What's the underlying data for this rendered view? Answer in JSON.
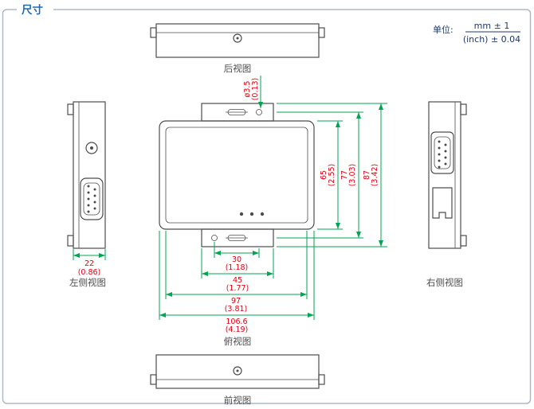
{
  "title": "尺寸",
  "unit_note": {
    "label": "单位:",
    "metric": "mm ± 1",
    "imperial": "(inch) ± 0.04"
  },
  "views": {
    "rear": "后视图",
    "front": "前视图",
    "left": "左侧视图",
    "right": "右侧视图",
    "top": "俯视图"
  },
  "dimensions": {
    "hole": {
      "mm": "ø3.5",
      "inch": "(0.13)"
    },
    "height": [
      {
        "mm": "65",
        "inch": "(2.55)"
      },
      {
        "mm": "77",
        "inch": "(3.03)"
      },
      {
        "mm": "87",
        "inch": "(3.42)"
      }
    ],
    "width": [
      {
        "mm": "30",
        "inch": "(1.18)"
      },
      {
        "mm": "45",
        "inch": "(1.77)"
      },
      {
        "mm": "97",
        "inch": "(3.81)"
      },
      {
        "mm": "106.6",
        "inch": "(4.19)"
      }
    ],
    "depth": {
      "mm": "22",
      "inch": "(0.86)"
    }
  },
  "colors": {
    "dimension_line": "#00a651",
    "dimension_text": "#e60012",
    "drawing_outline": "#4d4d4d",
    "title_blue": "#1e6cb5",
    "unit_text_navy": "#1f3a68",
    "border_gray": "#a9bccb"
  }
}
